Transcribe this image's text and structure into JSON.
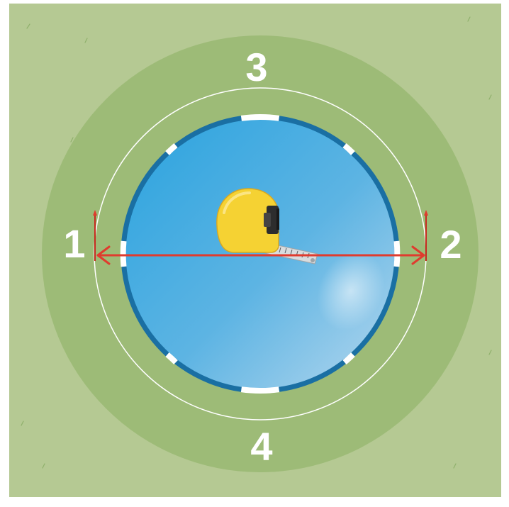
{
  "diagram": {
    "markers": {
      "left": "1",
      "right": "2",
      "top": "3",
      "bottom": "4"
    },
    "icons": {
      "tape_measure": "tape-measure-icon",
      "arrow": "double-headed-arrow-icon",
      "stake": "stake-icon"
    },
    "colors": {
      "lawn": "#b5c993",
      "ring": "#9cba76",
      "pool_rim": "#1a6fa3",
      "pool_water_light": "#9cc9e6",
      "pool_water_dark": "#2fa6df",
      "measure_line": "#e03b2e",
      "tape_body": "#f5d233"
    }
  }
}
